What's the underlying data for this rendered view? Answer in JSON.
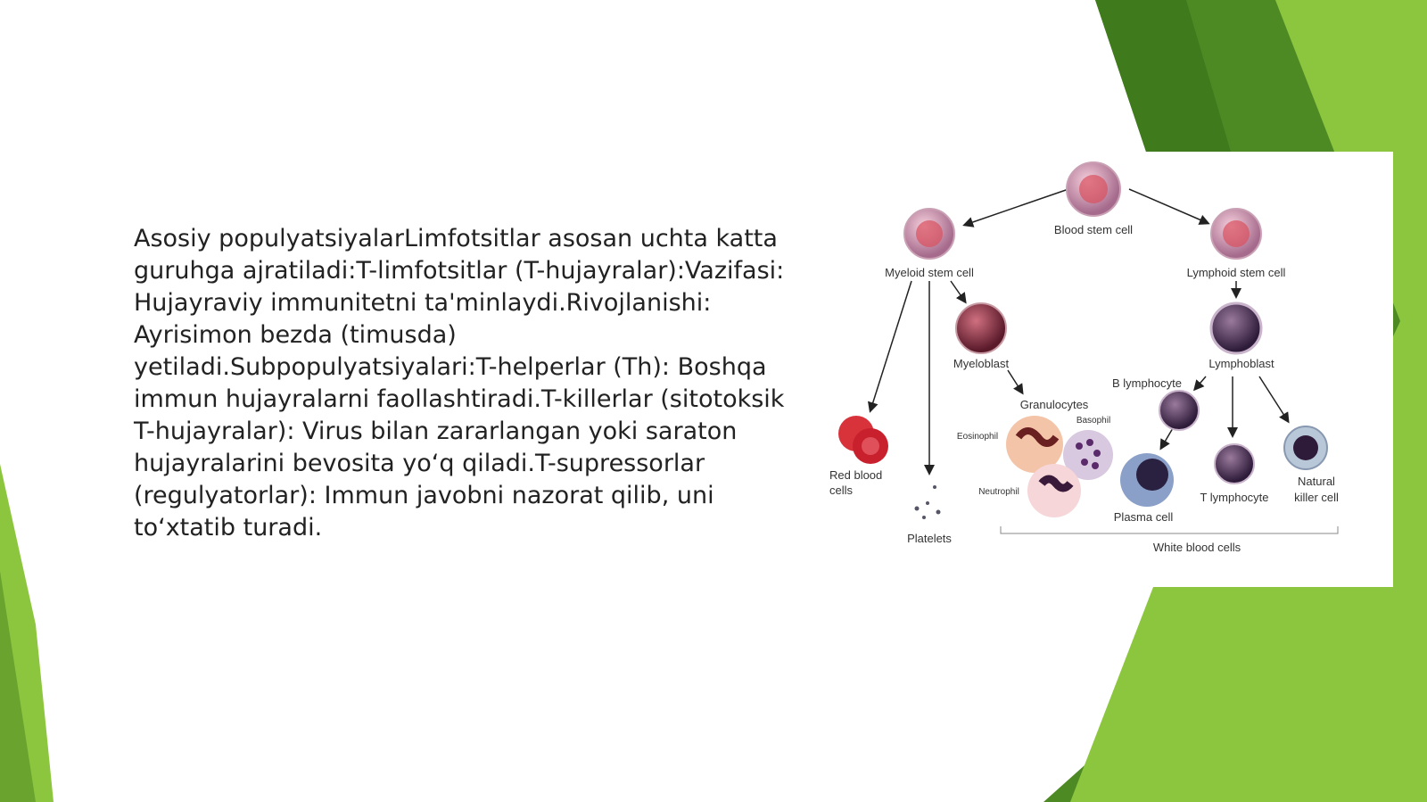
{
  "slide": {
    "body_text": "Asosiy populyatsiyalarLimfotsitlar asosan uchta katta guruhga ajratiladi:T-limfotsitlar (T-hujayralar):Vazifasi: Hujayraviy immunitetni ta'minlaydi.Rivojlanishi: Ayrisimon bezda (timusda) yetiladi.Subpopulyatsiyalari:T-helperlar (Th): Boshqa immun hujayralarni faollashtiradi.T-killerlar (sitotoksik T-hujayralar): Virus bilan zararlangan yoki saraton hujayralarini bevosita yo‘q qiladi.T-supressorlar (regulyatorlar): Immun javobni nazorat qilib, uni to‘xtatib turadi."
  },
  "diagram": {
    "blood_stem_cell": "Blood stem cell",
    "myeloid_stem_cell": "Myeloid stem cell",
    "lymphoid_stem_cell": "Lymphoid stem cell",
    "myeloblast": "Myeloblast",
    "lymphoblast": "Lymphoblast",
    "red_blood_cells_1": "Red blood",
    "red_blood_cells_2": "cells",
    "granulocytes": "Granulocytes",
    "eosinophil": "Eosinophil",
    "basophil": "Basophil",
    "neutrophil": "Neutrophil",
    "b_lymphocyte": "B lymphocyte",
    "plasma_cell": "Plasma cell",
    "t_lymphocyte": "T lymphocyte",
    "natural_killer_1": "Natural",
    "natural_killer_2": "killer cell",
    "platelets": "Platelets",
    "white_blood_cells": "White blood cells"
  },
  "colors": {
    "accent_green_light": "#8cc63f",
    "accent_green_dark": "#4e8a24",
    "text": "#222222"
  }
}
